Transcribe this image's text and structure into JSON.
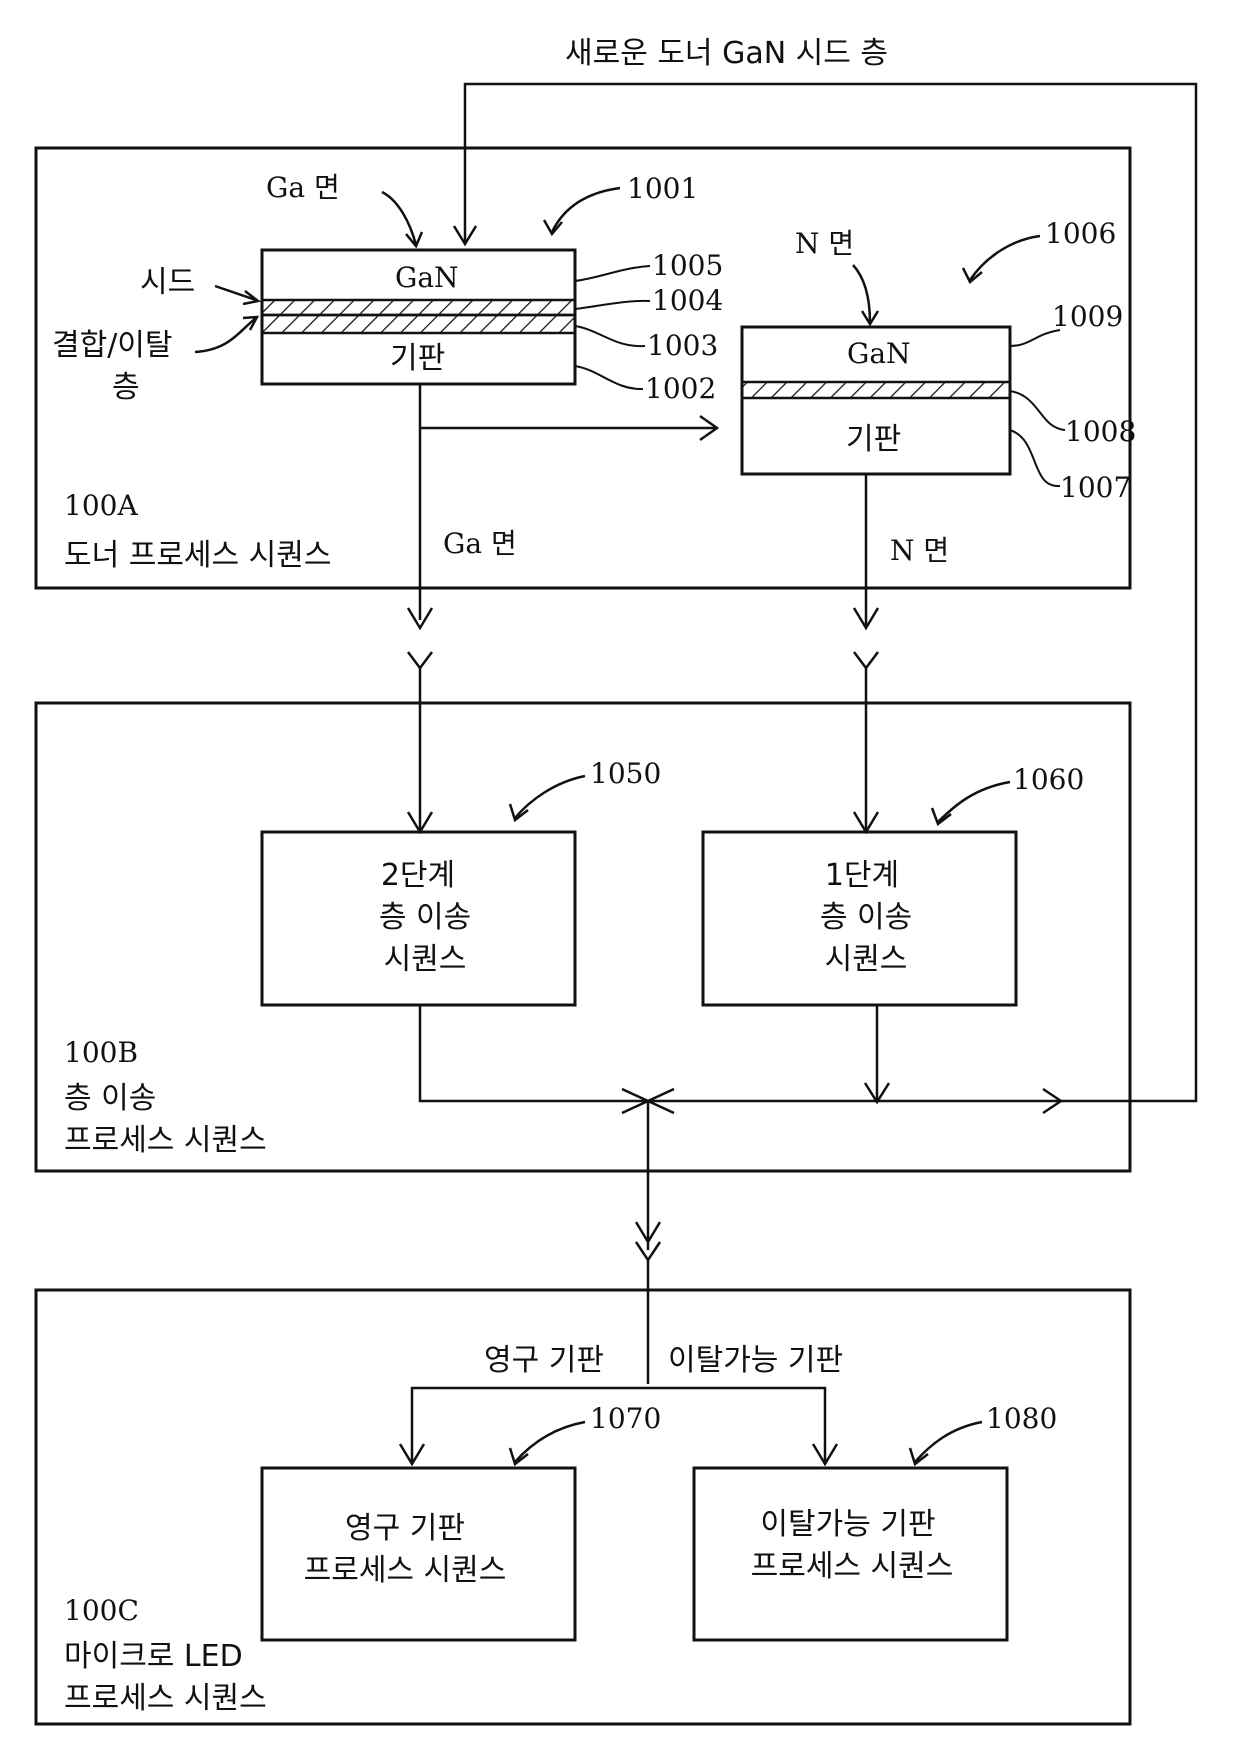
{
  "top_label": "새로운 도너 GaN 시드 층",
  "section_a": {
    "id": "100A",
    "title": "도너 프로세스 시퀀스",
    "ga_face_top": "Ga 면",
    "n_face_top": "N 면",
    "ga_face_bottom": "Ga 면",
    "n_face_bottom": "N 면",
    "seed_label": "시드",
    "bond_label_1": "결합/이탈",
    "bond_label_2": "층",
    "stack1": {
      "ref": "1001",
      "gan": "GaN",
      "substrate": "기판",
      "refs": [
        "1005",
        "1004",
        "1003",
        "1002"
      ]
    },
    "stack2": {
      "ref": "1006",
      "gan": "GaN",
      "substrate": "기판",
      "refs": [
        "1009",
        "1008",
        "1007"
      ]
    }
  },
  "section_b": {
    "id": "100B",
    "title_1": "층 이송",
    "title_2": "프로세스 시퀀스",
    "box1": {
      "ref": "1050",
      "lines": [
        "2단계",
        "층 이송",
        "시퀀스"
      ]
    },
    "box2": {
      "ref": "1060",
      "lines": [
        "1단계",
        "층 이송",
        "시퀀스"
      ]
    }
  },
  "section_c": {
    "id": "100C",
    "title_1": "마이크로 LED",
    "title_2": "프로세스 시퀀스",
    "split_left": "영구 기판",
    "split_right": "이탈가능 기판",
    "box1": {
      "ref": "1070",
      "lines": [
        "영구 기판",
        "프로세스 시퀀스"
      ]
    },
    "box2": {
      "ref": "1080",
      "lines": [
        "이탈가능 기판",
        "프로세스 시퀀스"
      ]
    }
  }
}
